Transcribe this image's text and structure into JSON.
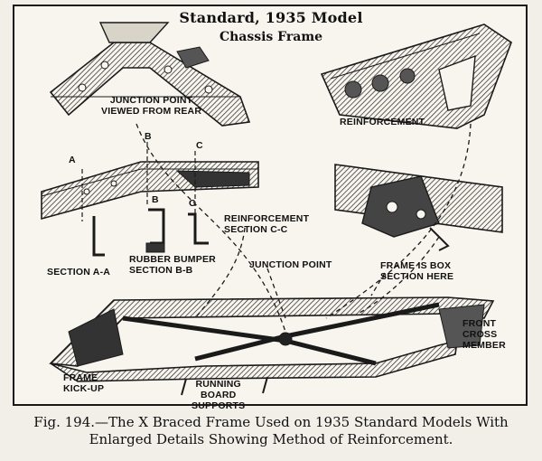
{
  "title": {
    "line1": "Standard, 1935 Model",
    "line2": "Chassis Frame"
  },
  "labels": {
    "junction_rear_1": "JUNCTION POINT",
    "junction_rear_2": "VIEWED FROM REAR",
    "reinforcement_top": "REINFORCEMENT",
    "section_a_letter": "A",
    "section_b_letter": "B",
    "section_c_letter": "C",
    "section_b_letter_lower": "B",
    "section_c_letter_lower": "C",
    "reinforcement_cc_1": "REINFORCEMENT",
    "reinforcement_cc_2": "SECTION C-C",
    "rubber_bumper_1": "RUBBER BUMPER",
    "rubber_bumper_2": "SECTION B-B",
    "section_aa": "SECTION A-A",
    "junction_point": "JUNCTION POINT",
    "frame_box_1": "FRAME IS BOX",
    "frame_box_2": "SECTION HERE",
    "front_cross_1": "FRONT",
    "front_cross_2": "CROSS",
    "front_cross_3": "MEMBER",
    "frame_kickup_1": "FRAME",
    "frame_kickup_2": "KICK-UP",
    "running_board_1": "RUNNING",
    "running_board_2": "BOARD",
    "running_board_3": "SUPPORTS"
  },
  "caption": {
    "line1": "Fig. 194.—The X Braced Frame Used on 1935 Standard Models With",
    "line2": "Enlarged Details Showing Method of Reinforcement."
  }
}
